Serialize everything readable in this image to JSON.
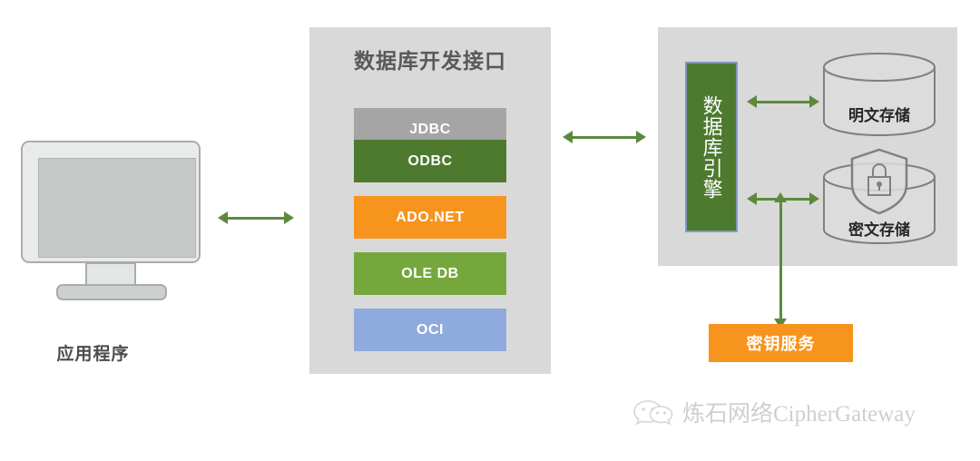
{
  "diagram": {
    "title_text": "数据库开发接口",
    "accent_green": "#5b8a3c",
    "orange": "#f7941d"
  },
  "application": {
    "label": "应用程序",
    "icon": "monitor-icon"
  },
  "arrows": {
    "app_to_interface": "bidirectional-arrow",
    "interface_to_engine": "bidirectional-arrow",
    "engine_to_plaintext": "bidirectional-arrow",
    "engine_to_ciphertext": "bidirectional-arrow",
    "key_to_engine": "bidirectional-arrow"
  },
  "interfaces": {
    "title": "数据库开发接口",
    "items": [
      {
        "label": "JDBC",
        "color": "#a5a5a5"
      },
      {
        "label": "ODBC",
        "color": "#4d7a2f"
      },
      {
        "label": "ADO.NET",
        "color": "#f7941d"
      },
      {
        "label": "OLE DB",
        "color": "#76a73c"
      },
      {
        "label": "OCI",
        "color": "#8faadc"
      }
    ]
  },
  "engine": {
    "label": "数据库引擎",
    "box_color": "#4d7a2f",
    "border_color": "#8099c0"
  },
  "storage": {
    "plaintext": {
      "label": "明文存储",
      "icon": "database-cylinder-icon"
    },
    "ciphertext": {
      "label": "密文存储",
      "icon": "database-cylinder-shield-lock-icon"
    }
  },
  "key_service": {
    "label": "密钥服务",
    "color": "#f7941d"
  },
  "watermark": {
    "text": "炼石网络CipherGateway",
    "icon": "wechat-icon"
  }
}
